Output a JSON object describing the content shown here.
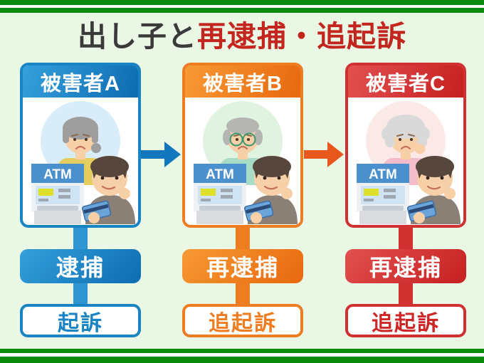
{
  "page": {
    "background": "#e9f7e4",
    "frame_green": "#0a8a0a",
    "frame_white": "#ffffff"
  },
  "title": {
    "black_part": "出し子と",
    "red_part": "再逮捕・追起訴",
    "black_color": "#3a3a3a",
    "red_color": "#c2261e"
  },
  "atm_label": "ATM",
  "columns": [
    {
      "id": "A",
      "header": "被害者A",
      "arrest": "逮捕",
      "charge": "起訴",
      "theme": {
        "main": "#1884c4",
        "grad_light": "#35a0dc",
        "grad_dark": "#0d6cb0",
        "connector": "#2f96d2",
        "text": "#1884c4"
      },
      "illustration": {
        "circle": "#d9ecf9",
        "hair": "#9e9e9e",
        "clothes": "#e5ce5f",
        "elder": "woman-bob",
        "glasses": false
      }
    },
    {
      "id": "B",
      "header": "被害者B",
      "arrest": "再逮捕",
      "charge": "追起訴",
      "theme": {
        "main": "#ee7d22",
        "grad_light": "#f79a34",
        "grad_dark": "#e8680e",
        "connector": "#ee7d22",
        "text": "#ee7d22"
      },
      "illustration": {
        "circle": "#e0f3e0",
        "hair": "#b5b5b2",
        "clothes": "#a9dcc6",
        "elder": "man-glasses",
        "glasses": true
      }
    },
    {
      "id": "C",
      "header": "被害者C",
      "arrest": "再逮捕",
      "charge": "追起訴",
      "theme": {
        "main": "#d03030",
        "grad_light": "#e25050",
        "grad_dark": "#c62020",
        "connector": "#d03030",
        "text": "#cc2626"
      },
      "illustration": {
        "circle": "#fbe9e7",
        "hair": "#d9d9d9",
        "clothes": "#f2bccb",
        "elder": "woman-curly",
        "glasses": false
      }
    }
  ],
  "arrows": [
    {
      "from_column": "被害者A",
      "to_column": "被害者B",
      "direction": "right",
      "color": "#1377bd"
    },
    {
      "from_column": "被害者B",
      "to_column": "被害者C",
      "direction": "right",
      "color": "#e8581c"
    }
  ]
}
